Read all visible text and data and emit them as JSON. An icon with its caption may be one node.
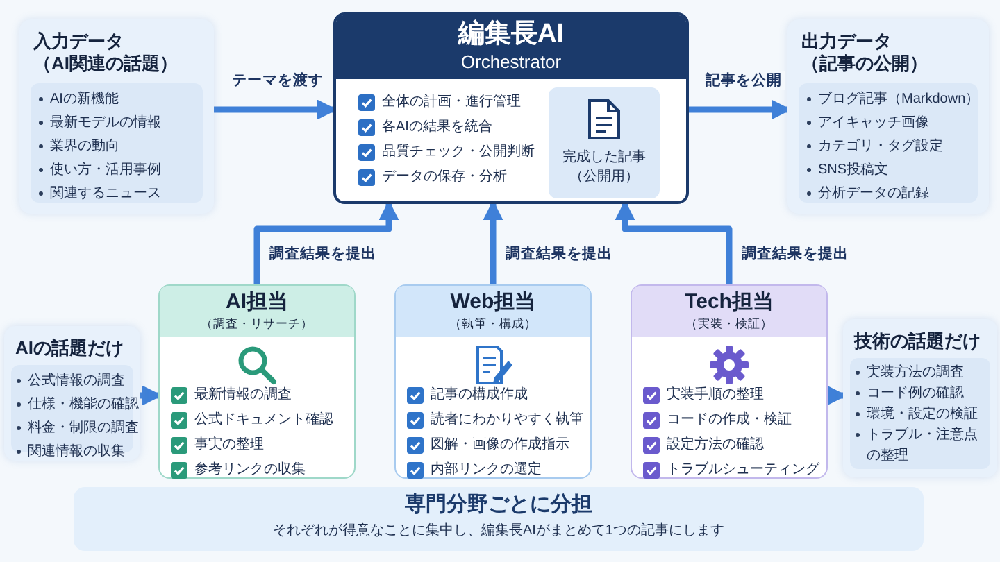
{
  "diagram": {
    "nodes": [
      {
        "text": [
          "入力データ",
          "（AI関連の話題）",
          "AIの新機能",
          "最新モデルの情報",
          "業界の動向",
          "使い方・活用事例",
          "関連するニュース"
        ]
      },
      {
        "text": [
          "編集長AI",
          "Orchestrator",
          "全体の計画・進行管理",
          "各AIの結果を統合",
          "品質チェック・公開判断",
          "データの保存・分析"
        ]
      },
      {
        "text": [
          "完成した記事（公開用）"
        ],
        "in": 1
      },
      {
        "text": [
          "出力データ",
          "（記事の公開）",
          "ブログ記事（Markdown）",
          "アイキャッチ画像",
          "カテゴリ・タグ設定",
          "SNS投稿文",
          "分析データの記録"
        ]
      },
      {
        "text": [
          "AI担当",
          "（調査・リサーチ）",
          "最新情報の調査",
          "公式ドキュメント確認",
          "事実の整理",
          "参考リンクの収集"
        ]
      },
      {
        "text": [
          "Web担当",
          "（執筆・構成）",
          "記事の構成作成",
          "読者にわかりやすく執筆",
          "図解・画像の作成指示",
          "内部リンクの選定"
        ]
      },
      {
        "text": [
          "Tech担当",
          "（実装・検証）",
          "実装手順の整理",
          "コードの作成・検証",
          "設定方法の確認",
          "トラブルシューティング"
        ]
      },
      {
        "text": [
          "AIの話題だけ",
          "公式情報の調査",
          "仕様・機能の確認",
          "料金・制限の調査",
          "関連情報の収集"
        ]
      },
      {
        "text": [
          "技術の話題だけ",
          "実装方法の調査",
          "コード例の確認",
          "環境・設定の検証",
          "トラブル・注意点の整理"
        ]
      },
      {
        "text": [
          "専門分野ごとに分担",
          "それぞれが得意なことに集中し、編集長AIがまとめて1つの記事にします"
        ]
      }
    ],
    "edges": [
      {
        "from": 0,
        "to": 1,
        "arrow": "to",
        "label": "テーマを渡す"
      },
      {
        "from": 1,
        "to": 3,
        "arrow": "to",
        "label": "記事を公開"
      },
      {
        "from": 4,
        "to": 1,
        "arrow": "to",
        "label": "調査結果を提出"
      },
      {
        "from": 5,
        "to": 1,
        "arrow": "to",
        "label": "調査結果を提出"
      },
      {
        "from": 6,
        "to": 1,
        "arrow": "to",
        "label": "調査結果を提出"
      },
      {
        "from": 7,
        "to": 4,
        "arrow": "to"
      },
      {
        "from": 6,
        "to": 8,
        "arrow": "to"
      }
    ]
  }
}
